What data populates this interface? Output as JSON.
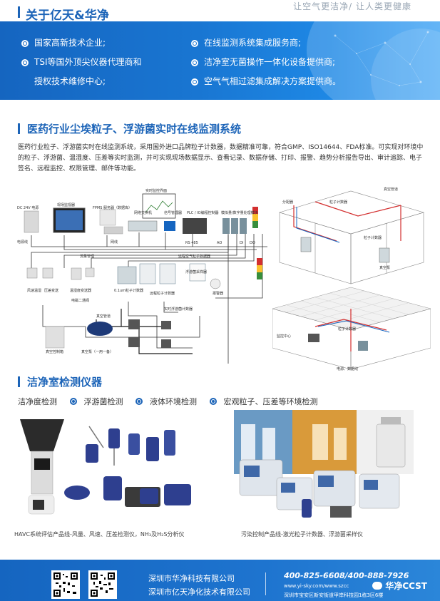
{
  "header": {
    "title": "关于亿天&华净",
    "slogan": "让空气更洁净/ 让人类更健康"
  },
  "about": {
    "left": [
      "国家高新技术企业;",
      "TSI等国外顶尖仪器代理商和",
      "授权技术维修中心;"
    ],
    "right": [
      "在线监测系统集成服务商;",
      "洁净室无菌操作一体化设备提供商;",
      "空气气相过滤集成解决方案提供商。"
    ]
  },
  "monitoring": {
    "title": "医药行业尘埃粒子、浮游菌实时在线监测系统",
    "description": "医药行业粒子、浮游菌实时在线监测系统，采用国外进口品牌粒子计数器，数据精准可靠，符合GMP、ISO14644、FDA标准。可实现对环境中的粒子、浮游菌、温湿度、压差等实时监测，并可实现现场数据显示、查看记录、数据存储、打印、报警、趋势分析报告导出、审计追踪、电子签名、远程监控、权限管理、邮件等功能。"
  },
  "diagram_labels": {
    "dc": "DC 24V 电源",
    "display": "现场监视器",
    "fpms": "FPMS 服务器（数据库）",
    "realtime": "实时监控界面",
    "switch": "网络交换机",
    "router": "信号管理器",
    "plc": "PLC / IO编程控制器",
    "converter": "模拟量/数字量处理模块",
    "netline": "网线",
    "power": "电源线",
    "rs485": "RS 485",
    "ao": "AO",
    "di": "DI",
    "do": "DO",
    "wind_temp": "风速温湿",
    "diff": "压差变送",
    "temp": "温湿度变送器",
    "flow": "流量管理",
    "counter": "0.1um粒子计数器",
    "remote_counter": "远程粒子计数器",
    "sampler": "实时浮游菌计数器",
    "valve": "电磁二通阀",
    "vacuum_pipe": "真空管道",
    "vacuum": "真空泵（一用一备）",
    "vacuum_box": "真空控制箱",
    "alarm": "报警器",
    "fmb": "浮游菌采样器",
    "airborne": "远程空气粒子数据器"
  },
  "room_labels": {
    "a1": "分配器",
    "a2": "粒子计数器",
    "a3": "真空管道",
    "a4": "粒子计数器",
    "a5": "真空泵",
    "a6": "监控中心",
    "a7": "粒子计数器",
    "a8": "电源、数据线"
  },
  "instruments": {
    "title": "洁净室检测仪器",
    "categories": [
      "洁净度检测",
      "浮游菌检测",
      "液体环境检测",
      "宏观粒子、压差等环境检测"
    ],
    "left_caption": "HAVC系统评估产品线-风量、风速、压差检测仪，NH₃及H₂S分析仪",
    "right_caption": "污染控制产品线-激光粒子计数器、浮游菌采样仪"
  },
  "footer": {
    "company1": "深圳市华净科技有限公司",
    "company2": "深圳市亿天净化技术有限公司",
    "phone": "400-825-6608/400-888-7926",
    "web": "www.yi-sky.com/www.szcc",
    "address": "深圳市宝安区新安街道甲岸科技园1栋3区6楼",
    "watermark": "华净CCST"
  },
  "colors": {
    "brand_blue": "#1c64b8",
    "band_blue": "#1976d2"
  }
}
